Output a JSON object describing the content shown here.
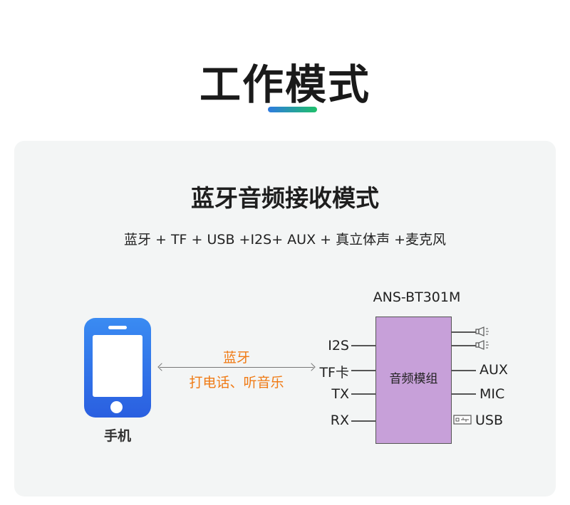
{
  "header": {
    "title": "工作模式"
  },
  "mode": {
    "title": "蓝牙音频接收模式",
    "subtitle": "蓝牙 + TF + USB +I2S+ AUX + 真立体声 +麦克风"
  },
  "phone": {
    "label": "手机"
  },
  "connection": {
    "top_label": "蓝牙",
    "bottom_label": "打电话、听音乐"
  },
  "module": {
    "name": "ANS-BT301M",
    "label": "音频模组",
    "left_pins": [
      "I2S",
      "TF卡",
      "TX",
      "RX"
    ],
    "right_pins": [
      "AUX",
      "MIC",
      "USB"
    ]
  },
  "colors": {
    "accent_orange": "#f07a14",
    "module_fill": "#c7a0d9",
    "phone_blue": "#2a5fe0",
    "card_bg": "#f3f5f5"
  },
  "icons": [
    "phone-icon",
    "speaker-icon",
    "usb-icon",
    "double-arrow-icon"
  ]
}
